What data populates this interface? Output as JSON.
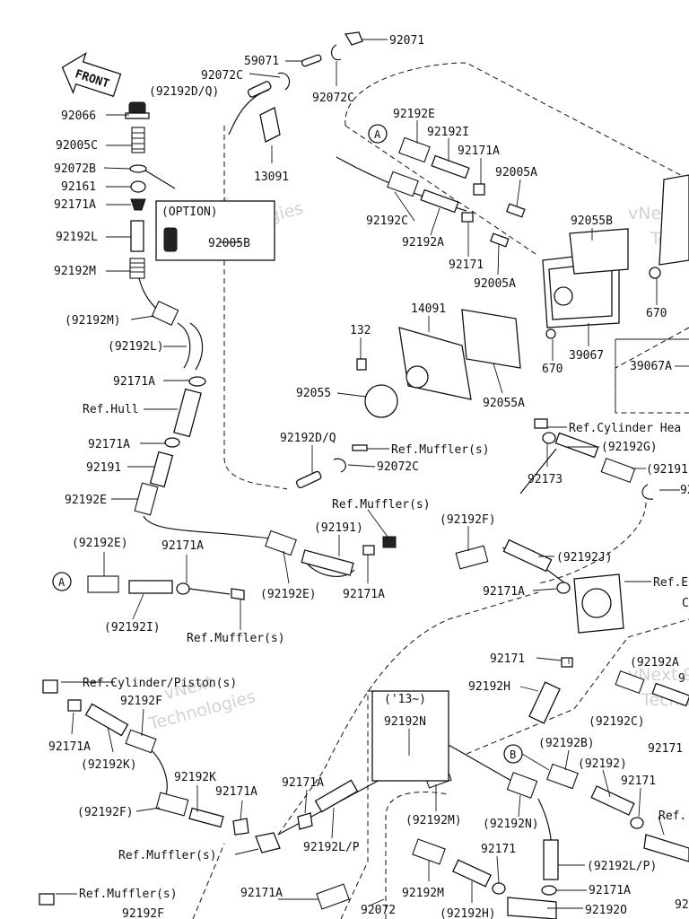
{
  "front_arrow": "FRONT",
  "labels": {
    "l92071": "92071",
    "l59071": "59071",
    "l92072C_top": "92072C",
    "l92192DQ_top": "(92192D/Q)",
    "l92072C_top2": "92072C",
    "l13091": "13091",
    "l92066": "92066",
    "l92005C": "92005C",
    "l92072B": "92072B",
    "l92161": "92161",
    "l92171A_1": "92171A",
    "l_option": "(OPTION)",
    "l92005B": "92005B",
    "l92192L": "92192L",
    "l92192M": "92192M",
    "l92192M_p": "(92192M)",
    "l92192L_p": "(92192L)",
    "l92171A_2": "92171A",
    "l_ref_hull": "Ref.Hull",
    "l92171A_3": "92171A",
    "l92191": "92191",
    "l92192E": "92192E",
    "l92192E_p": "(92192E)",
    "l92171A_4": "92171A",
    "circle_A_left": "A",
    "l92192I_p": "(92192I)",
    "l_ref_muffler_1": "Ref.Muffler(s)",
    "l92192E_p2": "(92192E)",
    "l92191_p": "(92191)",
    "l92171A_5": "92171A",
    "l_ref_muffler_2": "Ref.Muffler(s)",
    "l92192DQ_mid": "92192D/Q",
    "l_ref_muffler_3": "Ref.Muffler(s)",
    "l92072C_mid": "92072C",
    "circle_A_top": "A",
    "l92192E_top": "92192E",
    "l92192I": "92192I",
    "l92171A_top": "92171A",
    "l92005A_1": "92005A",
    "l92192C": "92192C",
    "l92192A": "92192A",
    "l92171": "92171",
    "l92005A_2": "92005A",
    "l92055B": "92055B",
    "l670_1": "670",
    "l670_2": "670",
    "l39067": "39067",
    "l39067A": "39067A",
    "l132": "132",
    "l14091": "14091",
    "l92055": "92055",
    "l92055A": "92055A",
    "l_ref_cyl_head": "Ref.Cylinder Hea",
    "l92192G_p": "(92192G)",
    "l92173": "92173",
    "l92191_right": "(92191",
    "l92_right": "92",
    "l92192F_p": "(92192F)",
    "l92192J_p": "(92192J)",
    "l92171A_mid": "92171A",
    "l_ref_e": "Ref.E",
    "l_c_right": "C",
    "l92171_mid": "92171",
    "l92192H": "92192H",
    "l92192A_right": "(92192A",
    "l9_right": "9",
    "l92192C_p_right": "(92192C)",
    "l92171_right": "92171",
    "l_ref_cyl_piston": "Ref.Cylinder/Piston(s)",
    "l92192F": "92192F",
    "l92171A_low": "92171A",
    "l92192K_p": "(92192K)",
    "l92192K": "92192K",
    "l92192F_p2": "(92192F)",
    "l92171A_low2": "92171A",
    "l92171A_low3": "92171A",
    "l_ref_muffler_4": "Ref.Muffler(s)",
    "l92192LP": "92192L/P",
    "l_13": "('13~)",
    "l92192N": "92192N",
    "l92192M_p2": "(92192M)",
    "l92192N_p": "(92192N)",
    "circle_B": "B",
    "l92192B_p": "(92192B)",
    "l92192_p": "(92192)",
    "l92171_low": "92171",
    "l_ref_right": "Ref.",
    "l92171_low2": "92171",
    "l92192LP_p": "(92192L/P)",
    "l92192M_low": "92192M",
    "l92171A_low4": "92171A",
    "l92192O": "92192O",
    "l92192H_p": "(92192H)",
    "l92072": "92072",
    "l92171A_bottom": "92171A",
    "l_ref_muffler_5": "Ref.Muffler(s)",
    "l92192F_bottom": "92192F",
    "l92_bottom_right": "92"
  },
  "watermarks": {
    "w1a": "vNext",
    "w1b": "Technologies",
    "w2a": "vNext",
    "w2b": "Technologies",
    "w3a": "vNext Te",
    "w3b": "Techn",
    "w4a": "vNext 9",
    "w4b": "Techn"
  },
  "colors": {
    "ink": "#111111",
    "watermark": "#d2d2d2",
    "background": "#ffffff"
  }
}
